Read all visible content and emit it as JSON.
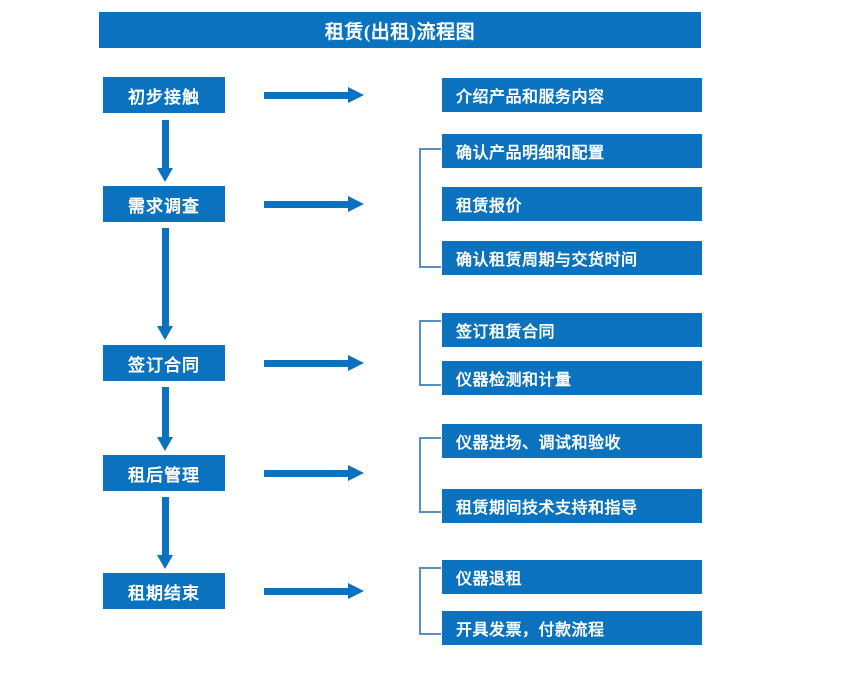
{
  "diagram": {
    "title": "租赁(出租)流程图",
    "theme": {
      "primary": "#0A72BE",
      "bracket": "#5B8FC4",
      "text_on_primary": "#FFFFFF",
      "background": "#FFFFFF"
    },
    "stages": [
      {
        "id": "stage-1",
        "label": "初步接触"
      },
      {
        "id": "stage-2",
        "label": "需求调查"
      },
      {
        "id": "stage-3",
        "label": "签订合同"
      },
      {
        "id": "stage-4",
        "label": "租后管理"
      },
      {
        "id": "stage-5",
        "label": "租期结束"
      }
    ],
    "details": [
      {
        "id": "detail-1-1",
        "label": "介绍产品和服务内容"
      },
      {
        "id": "detail-2-1",
        "label": "确认产品明细和配置"
      },
      {
        "id": "detail-2-2",
        "label": "租赁报价"
      },
      {
        "id": "detail-2-3",
        "label": "确认租赁周期与交货时间"
      },
      {
        "id": "detail-3-1",
        "label": "签订租赁合同"
      },
      {
        "id": "detail-3-2",
        "label": "仪器检测和计量"
      },
      {
        "id": "detail-4-1",
        "label": "仪器进场、调试和验收"
      },
      {
        "id": "detail-4-2",
        "label": "租赁期间技术支持和指导"
      },
      {
        "id": "detail-5-1",
        "label": "仪器退租"
      },
      {
        "id": "detail-5-2",
        "label": "开具发票，付款流程"
      }
    ]
  }
}
